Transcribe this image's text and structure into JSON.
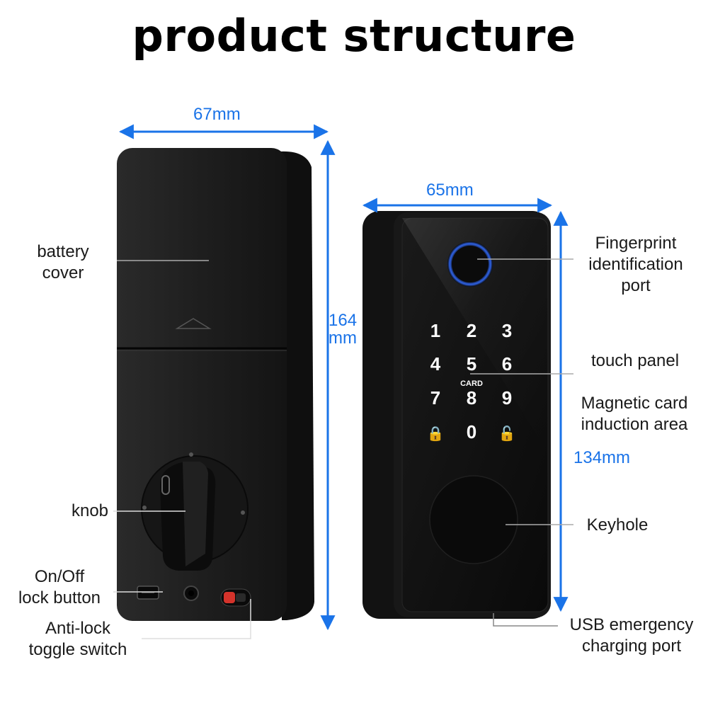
{
  "title": "product structure",
  "dimensions": {
    "width_back": "67mm",
    "height_back_num": "164",
    "height_back_unit": "mm",
    "width_front": "65mm",
    "height_front": "134mm"
  },
  "labels": {
    "battery_cover_1": "battery",
    "battery_cover_2": "cover",
    "knob": "knob",
    "onoff_1": "On/Off",
    "onoff_2": "lock button",
    "antilock_1": "Anti-lock",
    "antilock_2": "toggle switch",
    "fingerprint_1": "Fingerprint",
    "fingerprint_2": "identification",
    "fingerprint_3": "port",
    "touch_panel": "touch panel",
    "magnetic_1": "Magnetic card",
    "magnetic_2": "induction area",
    "keyhole": "Keyhole",
    "usb_1": "USB emergency",
    "usb_2": "charging port"
  },
  "keypad": {
    "keys": [
      "1",
      "2",
      "3",
      "4",
      "5",
      "6",
      "7",
      "8",
      "9",
      "🔒",
      "0",
      "🔓"
    ],
    "card_label": "CARD"
  },
  "colors": {
    "dimension_blue": "#1a73e8",
    "lock_body": "#1c1c1c",
    "panel": "#0e0e0e",
    "fingerprint_ring": "#3b6cf5",
    "switch_red": "#d4332b"
  }
}
